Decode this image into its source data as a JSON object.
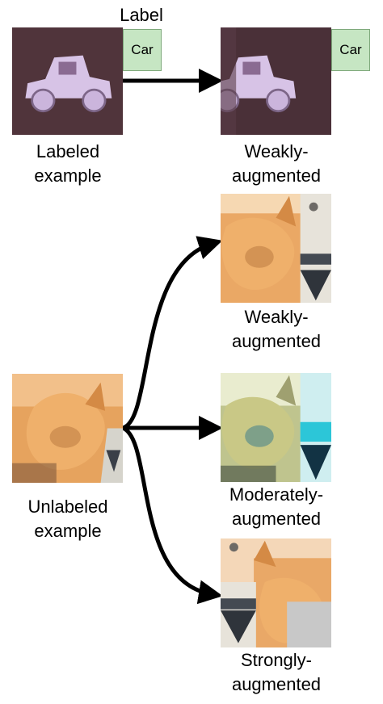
{
  "labeled": {
    "label_title": "Label",
    "class_badge": "Car",
    "caption_line1": "Labeled",
    "caption_line2": "example",
    "weak": {
      "class_badge": "Car",
      "caption_line1": "Weakly-",
      "caption_line2": "augmented"
    }
  },
  "unlabeled": {
    "caption_line1": "Unlabeled",
    "caption_line2": "example",
    "weak": {
      "caption_line1": "Weakly-",
      "caption_line2": "augmented"
    },
    "moderate": {
      "caption_line1": "Moderately-",
      "caption_line2": "augmented"
    },
    "strong": {
      "caption_line1": "Strongly-",
      "caption_line2": "augmented"
    }
  },
  "colors": {
    "label_box": "#c6e6c3",
    "arrow": "#000000",
    "car_bg": "#4a3038",
    "car_body": "#d7c3e6",
    "cat_fur": "#e9a15c",
    "cutout": "#c8c8c8"
  }
}
